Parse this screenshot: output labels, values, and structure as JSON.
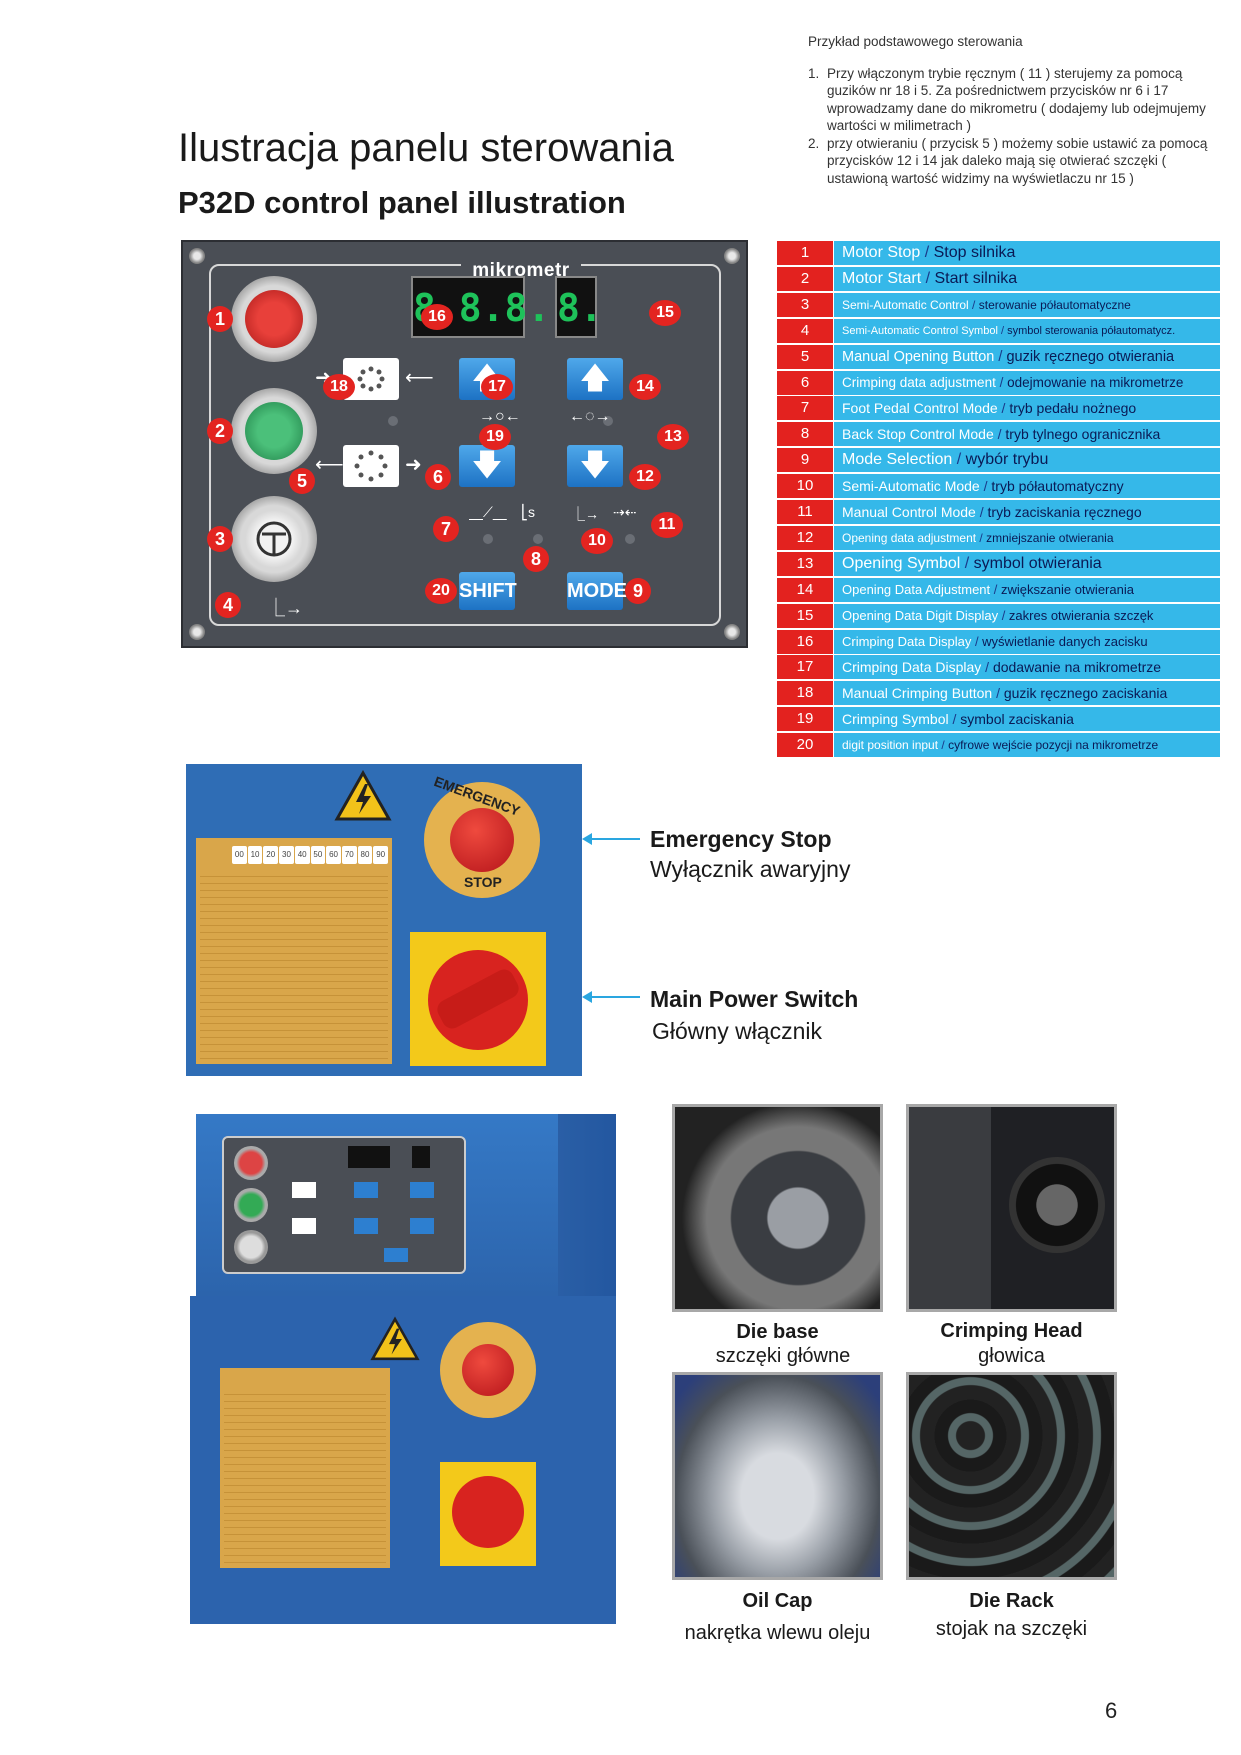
{
  "intro": {
    "heading": "Przykład podstawowego sterowania",
    "items": [
      "Przy włączonym trybie ręcznym ( 11 ) sterujemy za pomocą guzików nr 18 i 5. Za pośrednictwem przycisków nr 6 i 17 wprowadzamy dane do mikrometru ( dodajemy lub odejmujemy wartości w milimetrach )",
      "przy otwieraniu ( przycisk 5 ) możemy sobie ustawić za pomocą przycisków 12 i 14 jak daleko mają się otwierać szczęki ( ustawioną wartość widzimy na wyświetlaczu nr 15 )"
    ],
    "item_numbers": [
      "1.",
      "2."
    ]
  },
  "titles": {
    "pl": "Ilustracja panelu sterowania",
    "en": "P32D control panel illustration"
  },
  "panel": {
    "brand": "mikrometr",
    "display_main": "8.8.8.",
    "display_small": "8.",
    "shift_label": "SHIFT",
    "mode_label": "MODE",
    "markers": [
      "1",
      "2",
      "3",
      "4",
      "5",
      "6",
      "7",
      "8",
      "9",
      "10",
      "11",
      "12",
      "13",
      "14",
      "15",
      "16",
      "17",
      "18",
      "19",
      "20"
    ]
  },
  "legend": [
    {
      "n": "1",
      "en": "Motor Stop",
      "pl": "Stop silnika",
      "size": 16
    },
    {
      "n": "2",
      "en": "Motor Start",
      "pl": "Start silnika",
      "size": 16
    },
    {
      "n": "3",
      "en": "Semi-Automatic Control",
      "pl": "sterowanie półautomatyczne",
      "size": 12
    },
    {
      "n": "4",
      "en": "Semi-Automatic Control Symbol",
      "pl": "symbol sterowania półautomatycz.",
      "size": 11
    },
    {
      "n": "5",
      "en": "Manual Opening Button",
      "pl": "guzik ręcznego otwierania",
      "size": 14.5
    },
    {
      "n": "6",
      "en": "Crimping data adjustment",
      "pl": "odejmowanie na mikrometrze",
      "size": 13.5
    },
    {
      "n": "7",
      "en": "Foot Pedal Control Mode",
      "pl": "tryb pedału nożnego",
      "size": 14
    },
    {
      "n": "8",
      "en": "Back Stop Control Mode",
      "pl": "tryb tylnego ogranicznika",
      "size": 14
    },
    {
      "n": "9",
      "en": "Mode Selection",
      "pl": "wybór trybu",
      "size": 16
    },
    {
      "n": "10",
      "en": "Semi-Automatic Mode",
      "pl": "tryb półautomatyczny",
      "size": 14
    },
    {
      "n": "11",
      "en": "Manual Control Mode",
      "pl": "tryb zaciskania ręcznego",
      "size": 14
    },
    {
      "n": "12",
      "en": "Opening data adjustment",
      "pl": "zmniejszanie otwierania",
      "size": 12
    },
    {
      "n": "13",
      "en": "Opening Symbol",
      "pl": "symbol otwierania",
      "size": 16
    },
    {
      "n": "14",
      "en": "Opening Data Adjustment",
      "pl": "zwiększanie otwierania",
      "size": 13
    },
    {
      "n": "15",
      "en": "Opening Data Digit Display",
      "pl": "zakres otwierania szczęk",
      "size": 13
    },
    {
      "n": "16",
      "en": "Crimping Data Display",
      "pl": "wyświetlanie danych zacisku",
      "size": 13
    },
    {
      "n": "17",
      "en": "Crimping Data Display",
      "pl": "dodawanie na mikrometrze",
      "size": 14
    },
    {
      "n": "18",
      "en": "Manual Crimping Button",
      "pl": "guzik ręcznego zaciskania",
      "size": 14
    },
    {
      "n": "19",
      "en": "Crimping Symbol",
      "pl": "symbol zaciskania",
      "size": 14
    },
    {
      "n": "20",
      "en": "digit position input",
      "pl": "cyfrowe wejście pozycji na mikrometrze",
      "size": 12
    }
  ],
  "legend_separator": " / ",
  "cabinet": {
    "estop_text_top": "EMERGENCY",
    "estop_text_bottom": "STOP",
    "chart_header": [
      "00",
      "10",
      "20",
      "30",
      "40",
      "50",
      "60",
      "70",
      "80",
      "90"
    ]
  },
  "callouts": {
    "emergency_en": "Emergency Stop",
    "emergency_pl": "Wyłącznik awaryjny",
    "power_en": "Main Power Switch",
    "power_pl": "Główny włącznik"
  },
  "photos": [
    {
      "en": "Die base",
      "pl": "szczęki główne"
    },
    {
      "en": "Crimping Head",
      "pl": "głowica"
    },
    {
      "en": "Oil Cap",
      "pl": "nakrętka wlewu oleju"
    },
    {
      "en": "Die Rack",
      "pl": "stojak na szczęki"
    }
  ],
  "page_number": "6"
}
